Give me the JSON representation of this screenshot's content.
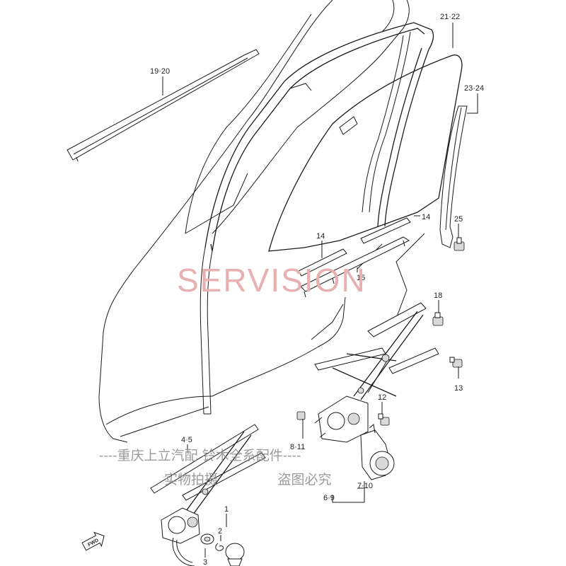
{
  "callouts": {
    "c19_20": "19·20",
    "c21_22": "21·22",
    "c23_24": "23·24",
    "c14a": "14",
    "c14b": "14",
    "c15": "15",
    "c25": "25",
    "c18": "18",
    "c13": "13",
    "c12": "12",
    "c8_11": "8·11",
    "c4_5": "4·5",
    "c7_10": "7·10",
    "c6_9": "6·9",
    "c1": "1",
    "c2": "2",
    "c3": "3"
  },
  "watermark": {
    "main": "SERVISION",
    "line1": "----重庆上立汽配   铃木全系配件----",
    "line2": "实物拍摄              盗图必究"
  },
  "fwd_label": "FWD"
}
